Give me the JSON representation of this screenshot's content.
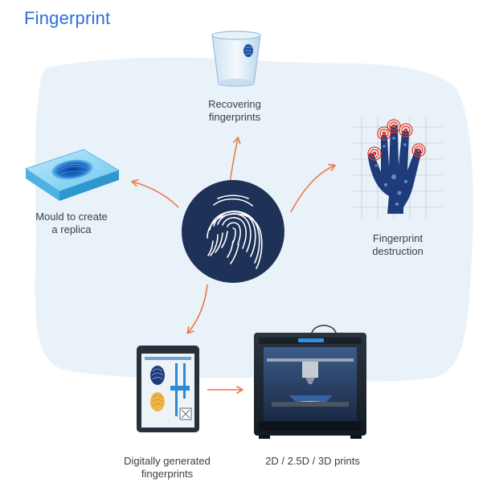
{
  "title": "Fingerprint",
  "labels": {
    "recovering": [
      "Recovering",
      "fingerprints"
    ],
    "mould": [
      "Mould to create",
      "a replica"
    ],
    "destruction": [
      "Fingerprint",
      "destruction"
    ],
    "digital": [
      "Digitally generated",
      "fingerprints"
    ],
    "prints": [
      "2D / 2.5D / 3D prints"
    ]
  },
  "colors": {
    "title": "#2f6fd6",
    "background_blob": "#eaf2f9",
    "arrow": "#ea7a47",
    "center_circle": "#1e3157",
    "text": "#3a3f46"
  }
}
